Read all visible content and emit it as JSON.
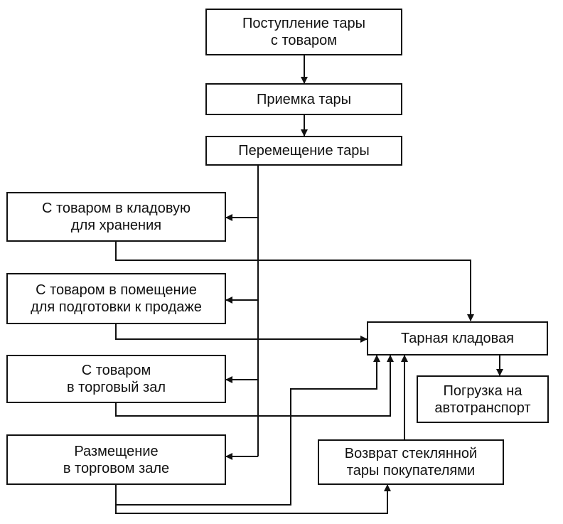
{
  "nodes": {
    "arrival": {
      "lines": [
        "Поступление тары",
        "с товаром"
      ]
    },
    "acceptance": {
      "lines": [
        "Приемка тары"
      ]
    },
    "movement": {
      "lines": [
        "Перемещение тары"
      ]
    },
    "to_storeroom": {
      "lines": [
        "С товаром в кладовую",
        "для хранения"
      ]
    },
    "to_prep_room": {
      "lines": [
        "С товаром в помещение",
        "для подготовки к продаже"
      ]
    },
    "to_sales_floor": {
      "lines": [
        "С товаром",
        "в торговый зал"
      ]
    },
    "placement": {
      "lines": [
        "Размещение",
        "в торговом зале"
      ]
    },
    "tare_storeroom": {
      "lines": [
        "Тарная кладовая"
      ]
    },
    "truck_loading": {
      "lines": [
        "Погрузка на",
        "автотранспорт"
      ]
    },
    "glass_return": {
      "lines": [
        "Возврат стеклянной",
        "тары покупателями"
      ]
    }
  },
  "colors": {
    "stroke": "#111111",
    "background": "#ffffff"
  }
}
